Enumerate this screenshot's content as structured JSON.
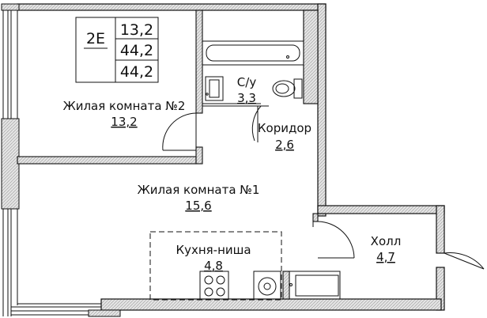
{
  "unit_table": {
    "type": "2E",
    "v1": "13,2",
    "v2": "44,2",
    "v3": "44,2"
  },
  "rooms": {
    "living2": {
      "name": "Жилая комната №2",
      "area": "13,2"
    },
    "bath": {
      "name": "С/у",
      "area": "3,3"
    },
    "corridor": {
      "name": "Коридор",
      "area": "2,6"
    },
    "living1": {
      "name": "Жилая комната №1",
      "area": "15,6"
    },
    "kitchen": {
      "name": "Кухня-ниша",
      "area": "4,8"
    },
    "hall": {
      "name": "Холл",
      "area": "4,7"
    }
  },
  "colors": {
    "wall": "#d8d8d8",
    "ink": "#111111"
  }
}
